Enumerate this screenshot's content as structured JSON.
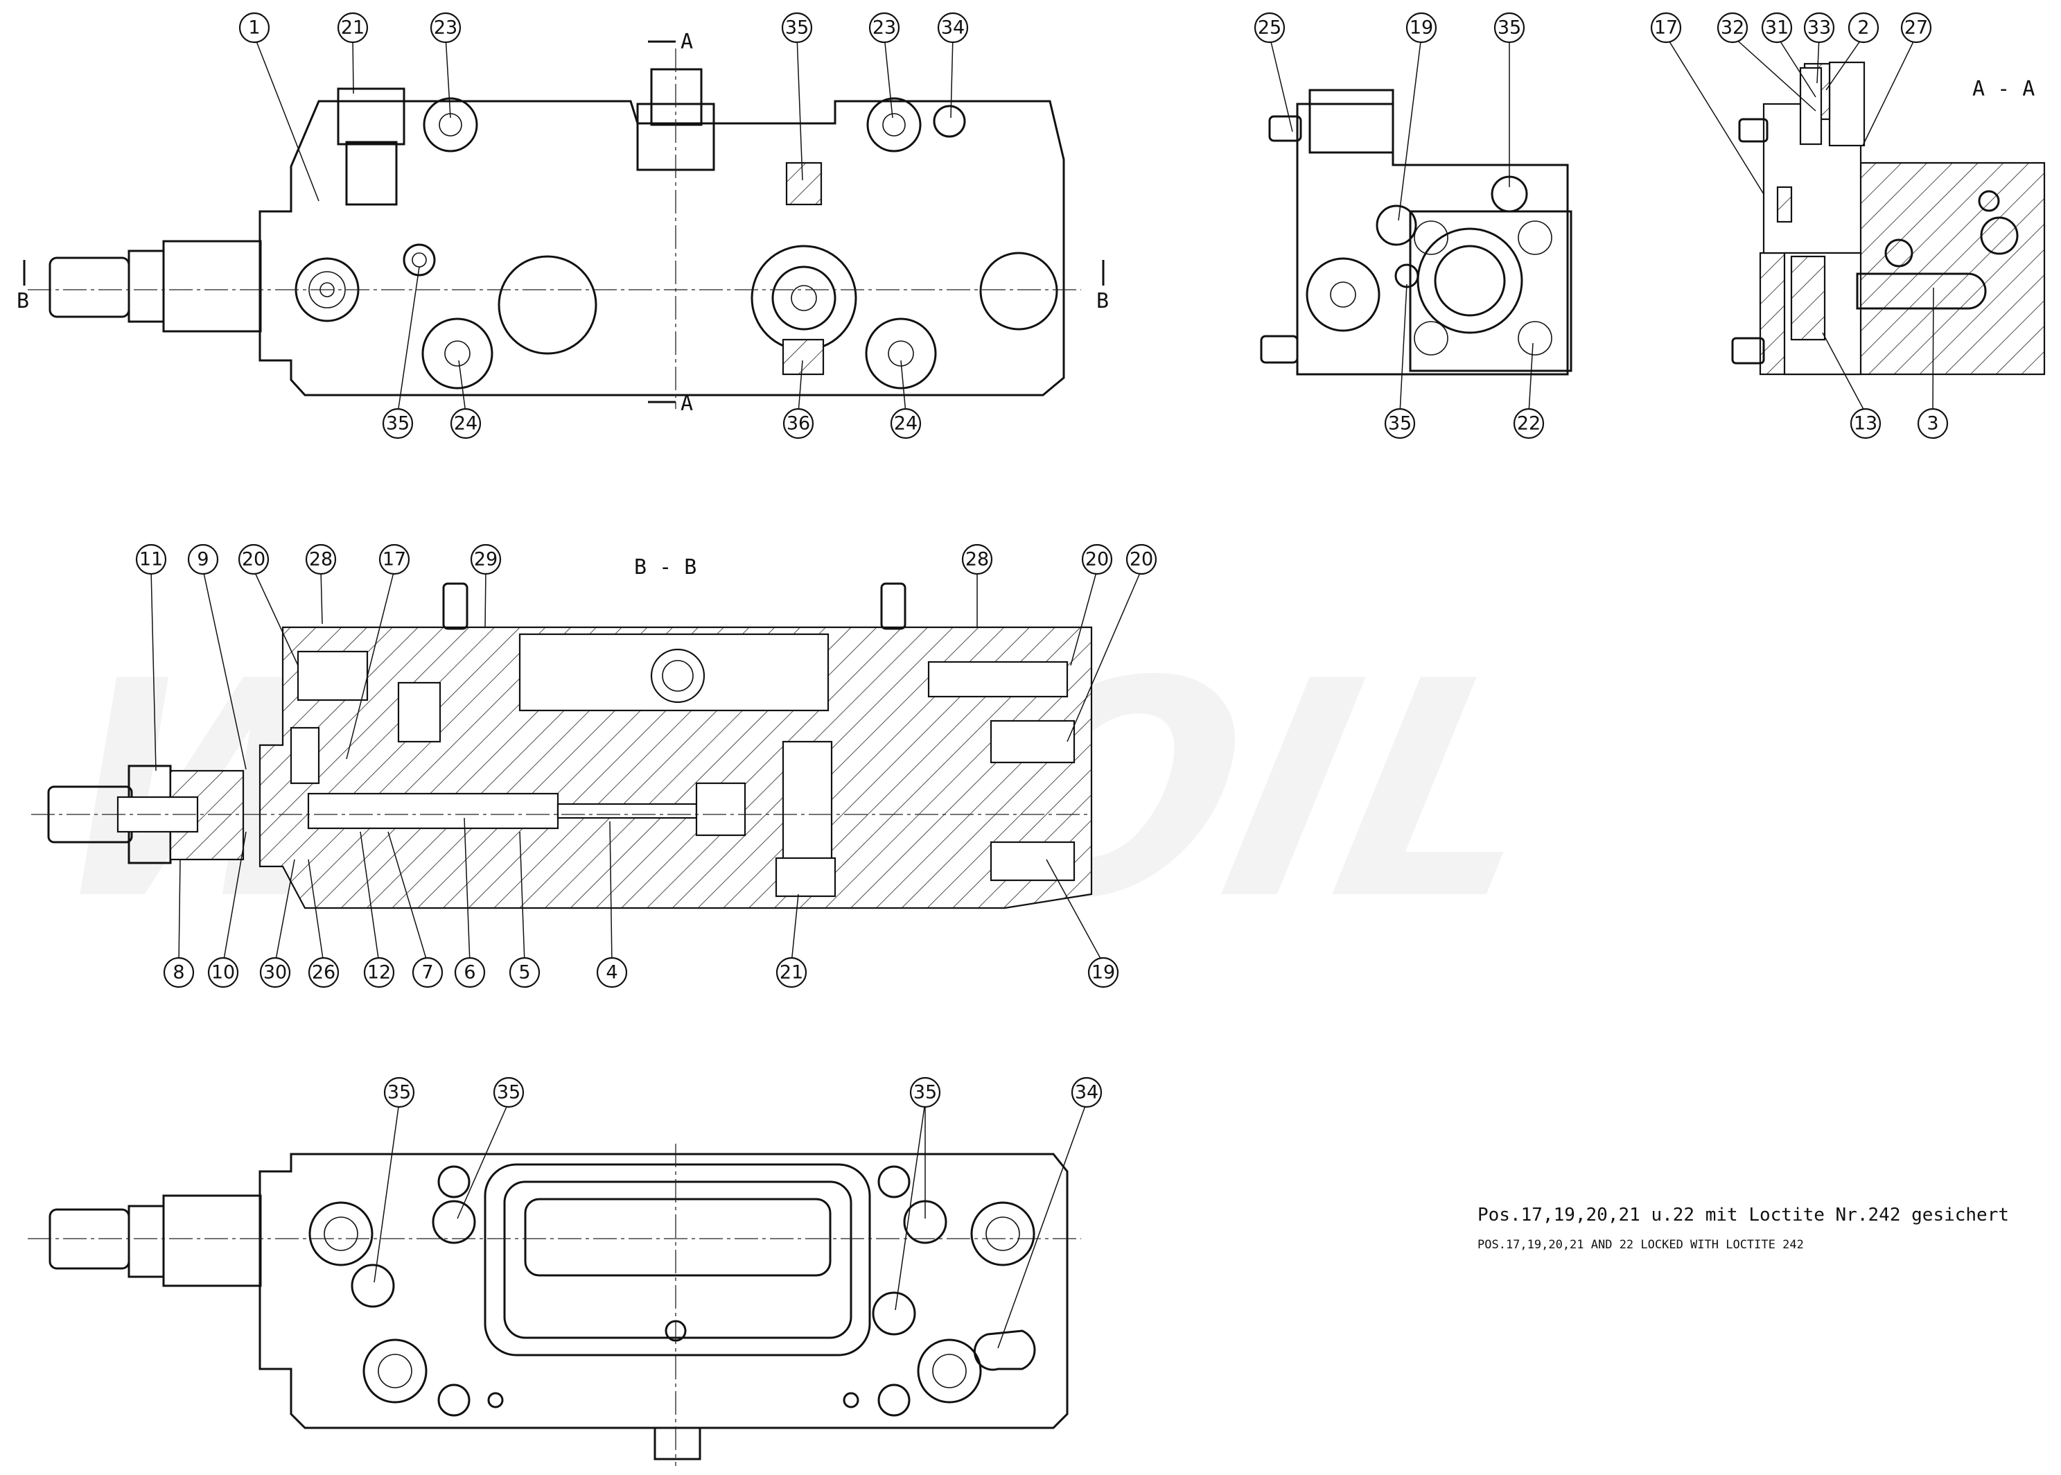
{
  "drawing": {
    "watermark": "WALVOIL",
    "views": {
      "front": {
        "balloons": [
          "1",
          "21",
          "23",
          "35",
          "23",
          "34",
          "35",
          "24",
          "36",
          "24"
        ],
        "section_markers": [
          "A",
          "A",
          "B",
          "B"
        ]
      },
      "side": {
        "balloons": [
          "25",
          "19",
          "35",
          "35",
          "22"
        ]
      },
      "section_a": {
        "title": "A - A",
        "balloons": [
          "17",
          "32",
          "31",
          "33",
          "2",
          "27",
          "13",
          "3"
        ]
      },
      "section_b": {
        "title": "B - B",
        "balloons_top": [
          "11",
          "9",
          "20",
          "28",
          "17",
          "29",
          "28",
          "20",
          "20"
        ],
        "balloons_bottom": [
          "8",
          "10",
          "30",
          "26",
          "12",
          "7",
          "6",
          "5",
          "4",
          "21",
          "19"
        ]
      },
      "bottom": {
        "balloons": [
          "35",
          "35",
          "35",
          "34"
        ]
      }
    },
    "notes": {
      "de": "Pos.17,19,20,21 u.22 mit Loctite Nr.242 gesichert",
      "en": "POS.17,19,20,21 AND 22 LOCKED WITH LOCTITE 242"
    }
  }
}
